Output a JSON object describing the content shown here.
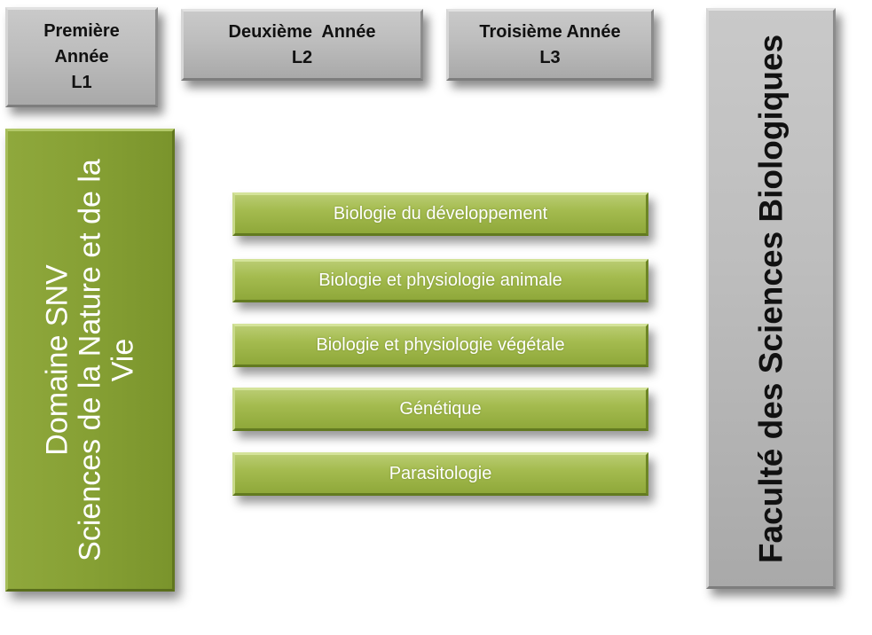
{
  "years": [
    {
      "lines": [
        "Première",
        "Année",
        "L1"
      ]
    },
    {
      "lines": [
        "Deuxième  Année",
        "L2"
      ]
    },
    {
      "lines": [
        "Troisième Année",
        "L3"
      ]
    }
  ],
  "domain": {
    "lines": [
      "Domaine SNV",
      "Sciences de la Nature et de la",
      "Vie"
    ]
  },
  "faculty": {
    "label": "Faculté des Sciences Biologiques"
  },
  "specialties": [
    "Biologie du développement",
    "Biologie et physiologie animale",
    "Biologie et physiologie végétale",
    "Génétique",
    "Parasitologie"
  ],
  "colors": {
    "grey_box": "#bdbdbd",
    "green_domain": "#86a034",
    "green_bar": "#a4bb4f"
  }
}
